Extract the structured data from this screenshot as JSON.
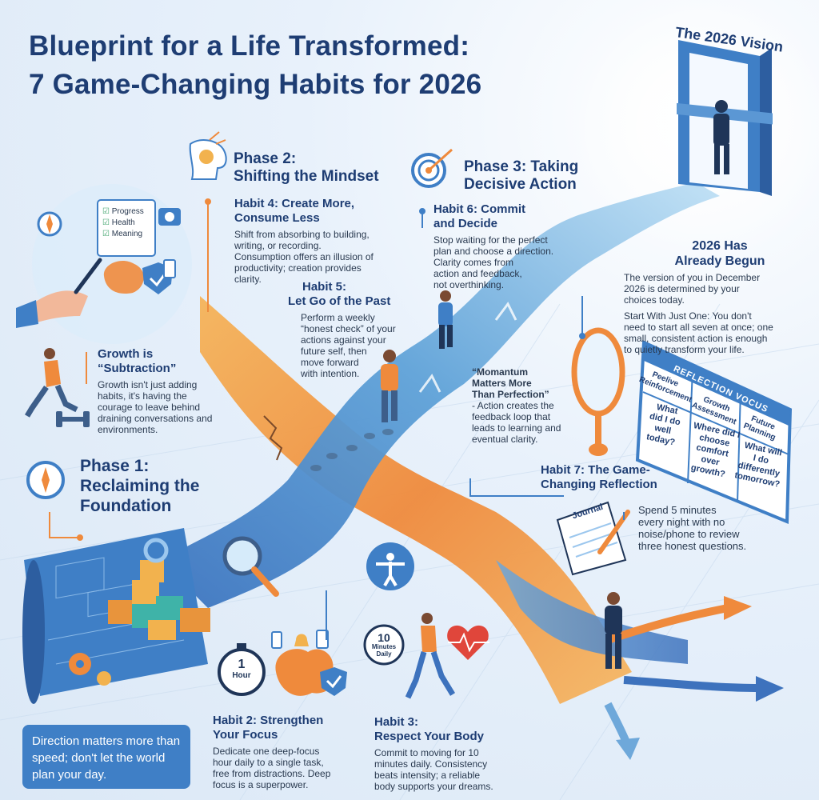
{
  "title": {
    "line1": "Blueprint for a Life Transformed:",
    "line2": "7 Game-Changing Habits for 2026"
  },
  "vision": {
    "label": "The 2026 Vision"
  },
  "phases": {
    "p1": {
      "title_line1": "Phase 1:",
      "title_line2": "Reclaiming the",
      "title_line3": "Foundation"
    },
    "p2": {
      "title_line1": "Phase 2:",
      "title_line2": "Shifting the Mindset"
    },
    "p3": {
      "title_line1": "Phase 3: Taking",
      "title_line2": "Decisive Action"
    }
  },
  "habits": {
    "h1": {
      "title_line1": "Growth is",
      "title_line2": "“Subtraction”",
      "body": [
        "Growth isn't just adding",
        "habits, it's having the",
        "courage to leave behind",
        "draining conversations and",
        "environments."
      ]
    },
    "h2": {
      "title_line1": "Habit 2: Strengthen",
      "title_line2": "Your Focus",
      "body": [
        "Dedicate one deep-focus",
        "hour daily to a single task,",
        "free from distractions. Deep",
        "focus is a superpower."
      ]
    },
    "h3": {
      "title_line1": "Habit 3:",
      "title_line2": "Respect Your Body",
      "body": [
        "Commit to moving for 10",
        "minutes daily. Consistency",
        "beats intensity; a reliable",
        "body supports your dreams."
      ]
    },
    "h4": {
      "title_line1": "Habit 4: Create More,",
      "title_line2": "Consume Less",
      "body": [
        "Shift from absorbing to building,",
        "writing, or recording.",
        "Consumption offers an illusion of",
        "productivity; creation provides",
        "clarity."
      ]
    },
    "h5": {
      "title_line1": "Habit 5:",
      "title_line2": "Let Go of the Past",
      "body": [
        "Perform a weekly",
        "“honest check” of your",
        "actions against your",
        "future self, then",
        "move forward",
        "with intention."
      ]
    },
    "h6": {
      "title_line1": "Habit 6: Commit",
      "title_line2": "and Decide",
      "body": [
        "Stop waiting for the perfect",
        "plan and choose a direction.",
        "Clarity comes from",
        "action and feedback,",
        "not overthinking."
      ]
    },
    "h7": {
      "title_line1": "Habit 7: The Game-",
      "title_line2": "Changing Reflection",
      "body": [
        "Spend 5 minutes",
        "every night with no",
        "noise/phone to review",
        "three honest questions."
      ]
    }
  },
  "momentum": {
    "lines": [
      "“Momantum",
      "Matters More",
      "Than Perfection”",
      "- Action creates the",
      "feedback loop that",
      "leads to learning and",
      "eventual clarity."
    ]
  },
  "begun": {
    "title_line1": "2026 Has",
    "title_line2": "Already Begun",
    "body": [
      "The version of you in December",
      "2026 is determined by your",
      "choices today.",
      "Start With Just One: You don't",
      "need to start all seven at once; one",
      "small, consistent action is enough",
      "to quietly transform your life."
    ]
  },
  "checklist": {
    "items": [
      "Progress",
      "Health",
      "Meaning"
    ]
  },
  "reflection": {
    "header": "REFLECTION VOCUS",
    "columns": [
      {
        "head": [
          "Peelive",
          "Reinforcement"
        ],
        "question": [
          "What",
          "did I do",
          "well",
          "today?"
        ]
      },
      {
        "head": [
          "Growth",
          "Assessment"
        ],
        "question": [
          "Where did I",
          "choose",
          "comfort over",
          "growth?"
        ]
      },
      {
        "head": [
          "Future",
          "Planning"
        ],
        "question": [
          "What will",
          "I do",
          "differently",
          "tomorrow?"
        ]
      }
    ]
  },
  "icons": {
    "timer": {
      "number": "1",
      "unit": "Hour"
    },
    "minutes": {
      "number": "10",
      "line2": "Minutes",
      "line3": "Daily"
    },
    "journal": "Journal"
  },
  "quote": {
    "text": "Direction matters more than speed; don't let the world plan your day."
  }
}
